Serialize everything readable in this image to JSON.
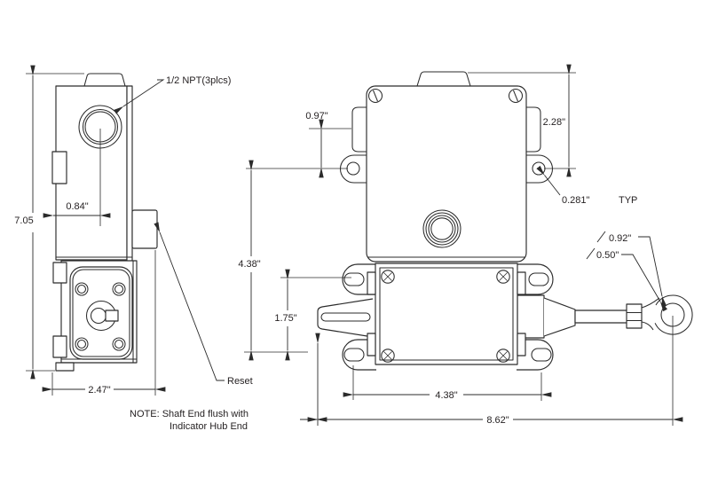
{
  "meta": {
    "type": "mechanical-dimension-drawing",
    "background": "#ffffff",
    "line_color": "#2b2b2b",
    "views": [
      "left-side-view",
      "front-view"
    ]
  },
  "left_view": {
    "npt_label": "1/2 NPT(3plcs)",
    "height": "7.05",
    "port_offset": "0.84\"",
    "depth": "2.47\"",
    "reset_label": "Reset",
    "note_line1": "NOTE: Shaft End flush with",
    "note_line2": "Indicator Hub End"
  },
  "front_view": {
    "tab_to_ear": "0.97\"",
    "top_to_ear": "2.28\"",
    "ear_hole_dia": "0.281\"",
    "typ": "TYP",
    "ear_span_vertical": "4.38\"",
    "slot_to_ear": "1.75\"",
    "eye_outer_dia": "0.92\"",
    "eye_inner_dia": "0.50\"",
    "ear_span_horizontal": "4.38\"",
    "overall_width": "8.62\""
  }
}
